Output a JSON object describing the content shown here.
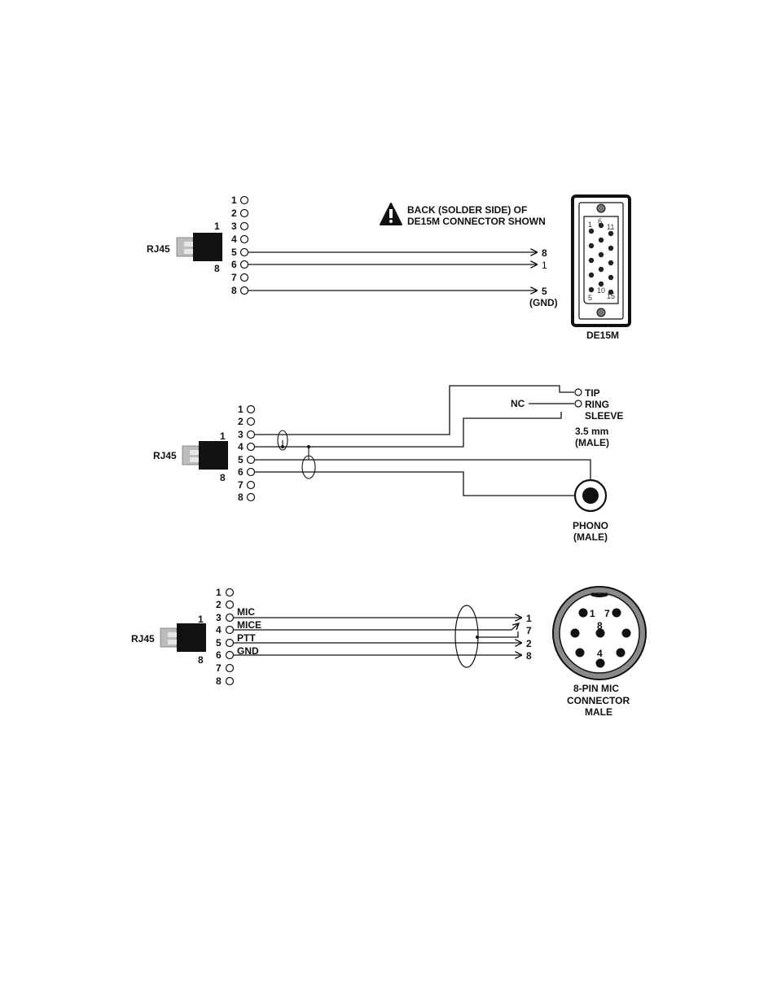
{
  "rj45_label": "RJ45",
  "rj45_pin_first": "1",
  "rj45_pin_last": "8",
  "pin_numbers": [
    "1",
    "2",
    "3",
    "4",
    "5",
    "6",
    "7",
    "8"
  ],
  "de15": {
    "warning_line1": "BACK (SOLDER SIDE) OF",
    "warning_line2": "DE15M CONNECTOR SHOWN",
    "targets": [
      "8",
      "1",
      "5"
    ],
    "gnd_note": "(GND)",
    "connector_label": "DE15M",
    "face_labels": [
      "1",
      "6",
      "11",
      "10",
      "5",
      "15"
    ]
  },
  "audio": {
    "tip": "TIP",
    "ring": "RING",
    "sleeve": "SLEEVE",
    "nc": "NC",
    "jack_line1": "3.5 mm",
    "jack_line2": "(MALE)",
    "phono_line1": "PHONO",
    "phono_line2": "(MALE)"
  },
  "mic": {
    "signals": [
      "MIC",
      "MICE",
      "PTT",
      "GND"
    ],
    "targets": [
      "1",
      "7",
      "2",
      "8"
    ],
    "face_labels": [
      "1",
      "7",
      "8",
      "4"
    ],
    "connector_line1": "8-PIN MIC",
    "connector_line2": "CONNECTOR",
    "connector_line3": "MALE"
  }
}
